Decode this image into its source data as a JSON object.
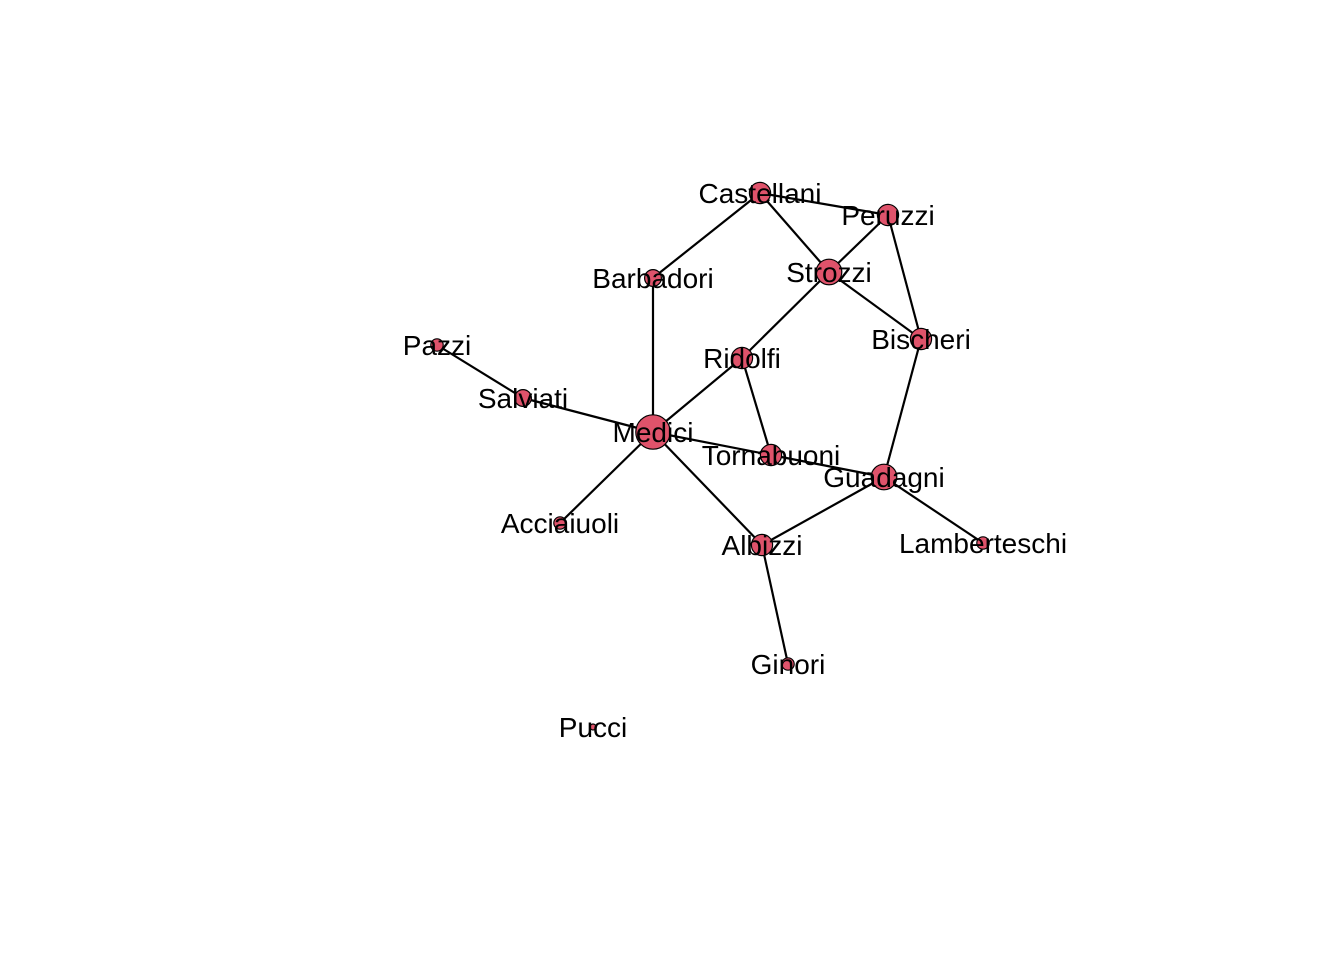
{
  "network": {
    "node_color": "#DF536B",
    "edge_color": "#000000",
    "nodes": [
      {
        "id": "Acciaiuoli",
        "label": "Acciaiuoli",
        "degree": 1
      },
      {
        "id": "Albizzi",
        "label": "Albizzi",
        "degree": 3
      },
      {
        "id": "Barbadori",
        "label": "Barbadori",
        "degree": 2
      },
      {
        "id": "Bischeri",
        "label": "Bischeri",
        "degree": 3
      },
      {
        "id": "Castellani",
        "label": "Castellani",
        "degree": 3
      },
      {
        "id": "Ginori",
        "label": "Ginori",
        "degree": 1
      },
      {
        "id": "Guadagni",
        "label": "Guadagni",
        "degree": 4
      },
      {
        "id": "Lamberteschi",
        "label": "Lamberteschi",
        "degree": 1
      },
      {
        "id": "Medici",
        "label": "Medici",
        "degree": 6
      },
      {
        "id": "Pazzi",
        "label": "Pazzi",
        "degree": 1
      },
      {
        "id": "Peruzzi",
        "label": "Peruzzi",
        "degree": 3
      },
      {
        "id": "Pucci",
        "label": "Pucci",
        "degree": 0
      },
      {
        "id": "Ridolfi",
        "label": "Ridolfi",
        "degree": 3
      },
      {
        "id": "Salviati",
        "label": "Salviati",
        "degree": 2
      },
      {
        "id": "Strozzi",
        "label": "Strozzi",
        "degree": 4
      },
      {
        "id": "Tornabuoni",
        "label": "Tornabuoni",
        "degree": 3
      }
    ],
    "edges": [
      [
        "Acciaiuoli",
        "Medici"
      ],
      [
        "Albizzi",
        "Ginori"
      ],
      [
        "Albizzi",
        "Guadagni"
      ],
      [
        "Albizzi",
        "Medici"
      ],
      [
        "Barbadori",
        "Castellani"
      ],
      [
        "Barbadori",
        "Medici"
      ],
      [
        "Bischeri",
        "Guadagni"
      ],
      [
        "Bischeri",
        "Peruzzi"
      ],
      [
        "Bischeri",
        "Strozzi"
      ],
      [
        "Castellani",
        "Peruzzi"
      ],
      [
        "Castellani",
        "Strozzi"
      ],
      [
        "Guadagni",
        "Lamberteschi"
      ],
      [
        "Guadagni",
        "Tornabuoni"
      ],
      [
        "Medici",
        "Ridolfi"
      ],
      [
        "Medici",
        "Salviati"
      ],
      [
        "Medici",
        "Tornabuoni"
      ],
      [
        "Pazzi",
        "Salviati"
      ],
      [
        "Peruzzi",
        "Strozzi"
      ],
      [
        "Ridolfi",
        "Strozzi"
      ],
      [
        "Ridolfi",
        "Tornabuoni"
      ]
    ]
  }
}
